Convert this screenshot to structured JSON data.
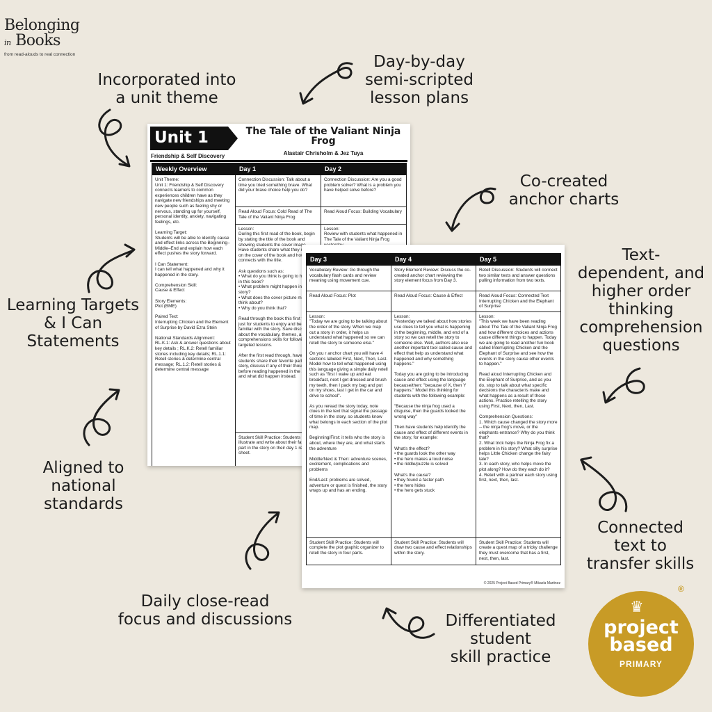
{
  "brand": {
    "name_part1": "Belonging",
    "name_in": "in",
    "name_part2": "Books",
    "tagline": "from read-alouds to real connection"
  },
  "callouts": {
    "unit_theme": "Incorporated into\na unit theme",
    "lesson_plans": "Day-by-day\nsemi-scripted\nlesson plans",
    "anchor_charts": "Co-created\nanchor charts",
    "text_dependent": "Text-\ndependent, and\nhigher order\nthinking\ncomprehension\nquestions",
    "learning_targets": "Learning Targets\n& I Can\nStatements",
    "national_standards": "Aligned to\nnational\nstandards",
    "connected_text": "Connected\ntext to\ntransfer skills",
    "close_read": "Daily close-read\nfocus and discussions",
    "skill_practice": "Differentiated\nstudent\nskill practice"
  },
  "page1": {
    "unit_label": "Unit 1",
    "unit_theme": "Friendship & Self Discovery",
    "book_title": "The Tale of the Valiant Ninja Frog",
    "book_authors": "Alastair Chrisholm & Jez Tuya",
    "headers": [
      "Weekly Overview",
      "Day 1",
      "Day 2"
    ],
    "overview": "Unit Theme:\nUnit 1: Friendship & Self Discovery connects learners to common experiences children have as they navigate new friendships and meeting new people such as feeling shy or nervous, standing up for yourself, personal identity, anxiety, navigating feelings, etc.\n\nLearning Target:\nStudents will be able to identify cause and effect links across the Beginning–Middle–End and explain how each effect pushes the story forward.\n\nI Can Statement:\nI can tell what happened and why it happened in the story.\n\nComprehension Skill:\nCause & Effect\n\nStory Elements:\nPlot (BME)\n\nPaired Text:\nInterrupting Chicken and the Element of Surprise by David Ezra Stein\n\nNational Standards Alignment:\nRL.K.1: Ask & answer questions about key details ; RL.K.2: Retell familiar stories including key details; RL.1.1: Retell stories & determine central message; RL.1.2: Retell stories & determine central message",
    "day1": {
      "discussion": "Connection Discussion: Talk about a time you tried something brave. What did your brave choice help you do?",
      "focus": "Read Aloud Focus: Cold Read of The Tale of the Valiant Ninja Frog",
      "lesson": "Lesson:\nDuring this first read of the book, begin by stating the title of the book and showing students the cover image. Have students share what they notice on the cover of the book and how it connects with the title.\n\nAsk questions such as:\n• What do you think is going to happen in this book?\n• What problem might happen in the story?\n• What does the cover picture make you think about?\n• Why do you think that?\n\nRead through the book this first time just for students to enjoy and become familiar with the story. Save discussions about the vocabulary, themes, and comprehensions skills for following targeted lessons.\n\nAfter the first read through, have students share their favorite part of the story, discuss if any of their thoughts before reading happened in the story, and what did happen instead.",
      "practice": "Student Skill Practice: Students will illustrate and write about their favorite part in the story on their day 1 recording sheet."
    },
    "day2": {
      "discussion": "Connection Discussion: Are you a good problem solver? What is a problem you have helped solve before?",
      "focus": "Read Aloud Focus: Building Vocabulary",
      "lesson": "Lesson:\nReview with students what happened in The Tale of the Valiant Ninja Frog yesterday."
    }
  },
  "page2": {
    "headers": [
      "Day 3",
      "Day 4",
      "Day 5"
    ],
    "discussions": [
      "Vocabulary Review: Go through the vocabulary flash cards and review meaning using movement cue.",
      "Story Element Review: Discuss the co-created anchor chart reviewing the story element focus from Day 3.",
      "Retell Discussion: Students will connect two similar texts and answer questions pulling information from two texts."
    ],
    "focus": [
      "Read Aloud Focus: Plot",
      "Read Aloud Focus: Cause & Effect",
      "Read Aloud Focus: Connected Text Interrupting Chicken and the Elephant of Surprise"
    ],
    "lessons": [
      "Lesson:\n\"Today we are going to be talking about the order of the story. When we map out a story in order, it helps us understand what happened so we can retell the story to someone else.\"\n\nOn you r anchor chart you will have 4 sections labeled First, Next, Then, Last. Model how to tell what happened using this language giving a simple daily retell such as \"first I wake up and eat breakfast, next I get dressed and brush my teeth, then I pack my bag and put on my shoes, last I get in the car and drive to school\".\n\nAs you reread the story today, note clues in the text that signal the passage of time in the story, so students know what belongs in each section of the plot map.\n\nBeginning/First: it tells who the story is about, where they are, and what starts the adventure\n\nMiddle/Next & Then: adventure scenes, excitement, complications and problems\n\nEnd/Last: problems are solved, adventure or quest is finished, the story wraps up and has an ending.",
      "Lesson:\n\"Yesterday we talked about how stories use clues to tell you what is happening in the beginning, middle, and end of a story so we can retell the story to someone else. Well, authors also use another important tool called cause and effect that help us understand what happened and why something happens.\"\n\nToday you are going to be introducing cause and effect using the language because/then: \"because of X, then Y happens.\" Model this thinking for students with the following example:\n\n\"Because the ninja frog used a disguise, then the guards looked the wrong way\"\n\nThen have students help identify the cause and effect of different events in the story, for example:\n\nWhat's the effect?\n• the guards look the other way\n• the hero makes a loud noise\n• the riddle/puzzle is solved\n\nWhat's the cause?\n• they found a faster path\n• the hero hides\n• the hero gets stuck",
      "Lesson:\n\"This week we have been reading about The Tale of the Valiant Ninja Frog and how different choices and actions cause different things to happen. Today we are going to read another fun book called Interrupting Chicken and the Elephant of Surprise and see how the events in the story cause other events to happen.\"\n\nRead aloud Interrupting Chicken and the Elephant of Surprise, and as you do, stop to talk about what specific decisions the character/s make and what happens as a result of those actions. Practice retelling the story using First, Next, then, Last.\n\nComprehension Questions:\n1. Which cause changed the story more -- the ninja frog's move, or the elephants entrance? Why do you think that?\n2. What trick helps the Ninja Frog fix a problem in his story? What silly surprise helps Little Chicken change the fairy tale?\n3. In each story, who helps move the plot along? How do they each do it?\n4. Retell with a partner each story using first, next, then, last."
    ],
    "practice": [
      "Student Skill Practice: Students will complete the plot graphic organizer to retell the story in four parts.",
      "Student Skill Practice: Students will draw two cause and effect relationships within the story.",
      "Student Skill Practice: Students will create a quest map of a tricky challenge they must overcome that has a first, next, then, last."
    ],
    "copyright": "© 2025 Project Based Primary® Mikaela Martinez"
  },
  "logo": {
    "line1": "project\nbased",
    "line2": "PRIMARY",
    "registered": "®"
  },
  "colors": {
    "background": "#ede8de",
    "logo": "#c89b26",
    "ink": "#111111"
  }
}
